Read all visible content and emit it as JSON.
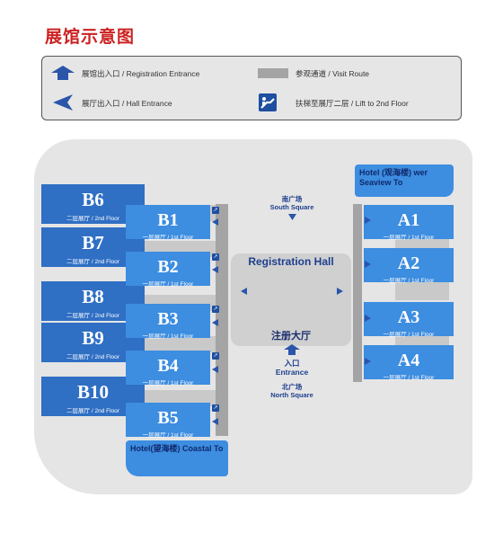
{
  "title": "展馆示意图",
  "legend": {
    "registration_entrance": "展馆出入口 / Registration Entrance",
    "visit_route": "参观通道 / Visit Route",
    "hall_entrance": "展厅出入口 / Hall Entrance",
    "lift": "扶梯至展厅二层 / Lift to 2nd Floor"
  },
  "halls_2nd": [
    {
      "code": "B6",
      "floor": "二层展厅 / 2nd Floor"
    },
    {
      "code": "B7",
      "floor": "二层展厅 / 2nd Floor"
    },
    {
      "code": "B8",
      "floor": "二层展厅 / 2nd Floor"
    },
    {
      "code": "B9",
      "floor": "二层展厅 / 2nd Floor"
    },
    {
      "code": "B10",
      "floor": "二层展厅 / 2nd Floor"
    }
  ],
  "halls_b": [
    {
      "code": "B1",
      "floor": "一层展厅 / 1st Floor"
    },
    {
      "code": "B2",
      "floor": "一层展厅 / 1st Floor"
    },
    {
      "code": "B3",
      "floor": "一层展厅 / 1st Floor"
    },
    {
      "code": "B4",
      "floor": "一层展厅 / 1st Floor"
    },
    {
      "code": "B5",
      "floor": "一层展厅 / 1st Floor"
    }
  ],
  "halls_a": [
    {
      "code": "A1",
      "floor": "一层展厅 / 1st Floor"
    },
    {
      "code": "A2",
      "floor": "一层展厅 / 1st Floor"
    },
    {
      "code": "A3",
      "floor": "一层展厅 / 1st Floor"
    },
    {
      "code": "A4",
      "floor": "一层展厅 / 1st Floor"
    }
  ],
  "registration": {
    "en": "Registration Hall",
    "cn": "注册大厅"
  },
  "south": {
    "cn": "南广场",
    "en": "South Square"
  },
  "entrance": {
    "cn": "入口",
    "en": "Entrance"
  },
  "north": {
    "cn": "北广场",
    "en": "North Square"
  },
  "hotel_seaview": "Hotel (观海楼) wer Seaview To",
  "hotel_coastal": "Hotel(望海楼) Coastal To",
  "colors": {
    "hall": "#3d8de0",
    "hall_dark": "#2f6fc4",
    "title": "#cc2222",
    "arrow": "#2a55a8"
  }
}
